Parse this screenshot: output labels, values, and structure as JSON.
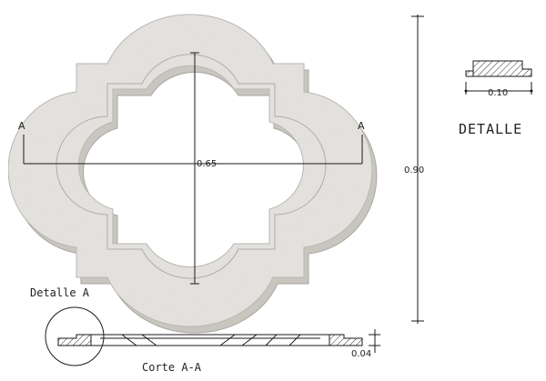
{
  "labels": {
    "section_left": "A",
    "section_right": "A",
    "width_dim": "0.65",
    "height_dim": "0.90",
    "detail_dim": "0.10",
    "detail_title": "DETALLE",
    "detail_ref": "Detalle A",
    "thickness_dim": "0.04",
    "section_title": "Corte A-A"
  },
  "colors": {
    "stone_fill": "#e6e4e0",
    "stone_edge": "#b9b6b0",
    "line": "#1a1a1a",
    "hatch": "#333333"
  }
}
